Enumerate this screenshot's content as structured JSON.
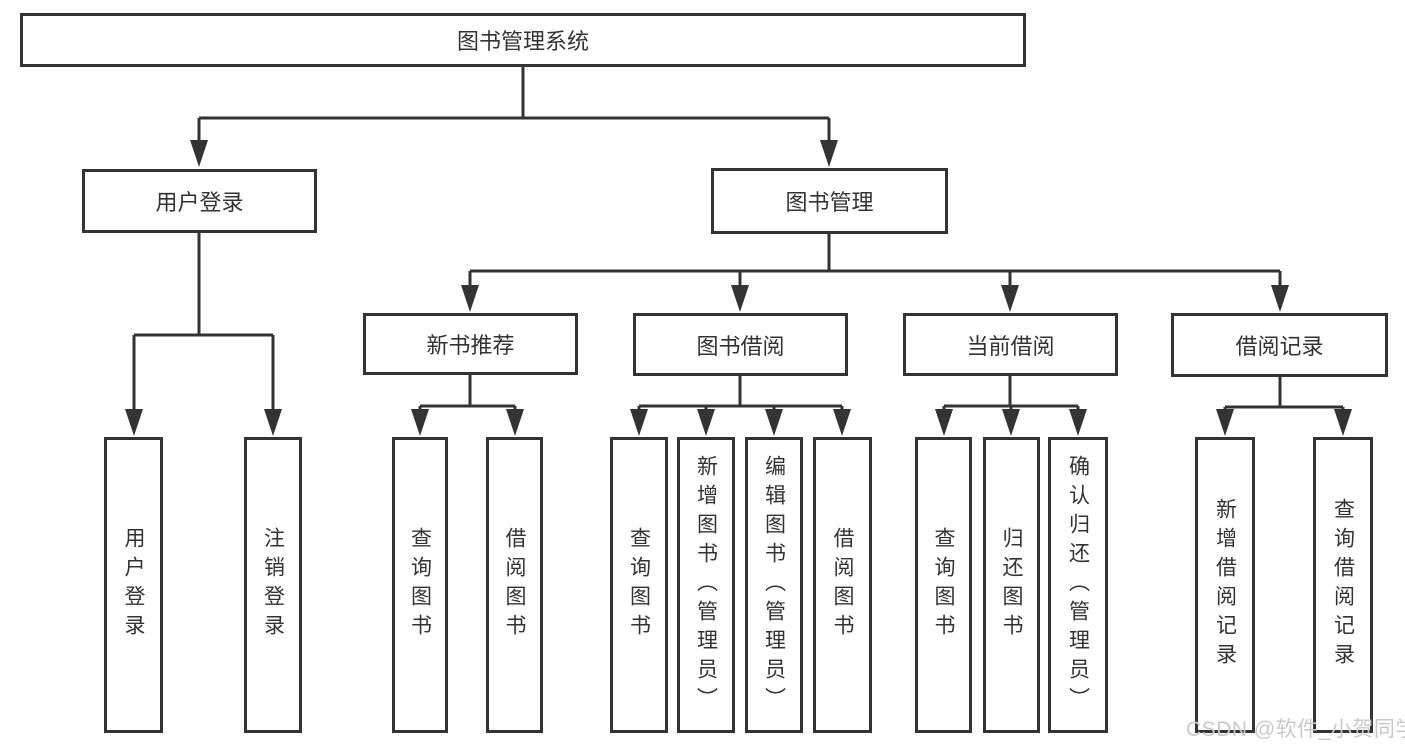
{
  "tree": {
    "label": "图书管理系统",
    "children": [
      {
        "label": "用户登录",
        "children": [
          {
            "label": "用户登录"
          },
          {
            "label": "注销登录"
          }
        ]
      },
      {
        "label": "图书管理",
        "children": [
          {
            "label": "新书推荐",
            "children": [
              {
                "label": "查询图书"
              },
              {
                "label": "借阅图书"
              }
            ]
          },
          {
            "label": "图书借阅",
            "children": [
              {
                "label": "查询图书"
              },
              {
                "label": "新增图书（管理员）"
              },
              {
                "label": "编辑图书（管理员）"
              },
              {
                "label": "借阅图书"
              }
            ]
          },
          {
            "label": "当前借阅",
            "children": [
              {
                "label": "查询图书"
              },
              {
                "label": "归还图书"
              },
              {
                "label": "确认归还（管理员）"
              }
            ]
          },
          {
            "label": "借阅记录",
            "children": [
              {
                "label": "新增借阅记录"
              },
              {
                "label": "查询借阅记录"
              }
            ]
          }
        ]
      }
    ]
  },
  "watermark": {
    "text": "CSDN @软件_小贺同学",
    "color": "#c9c9c9"
  },
  "colors": {
    "line": "#333333",
    "box_border": "#333333",
    "text": "#333333",
    "background": "#ffffff"
  }
}
